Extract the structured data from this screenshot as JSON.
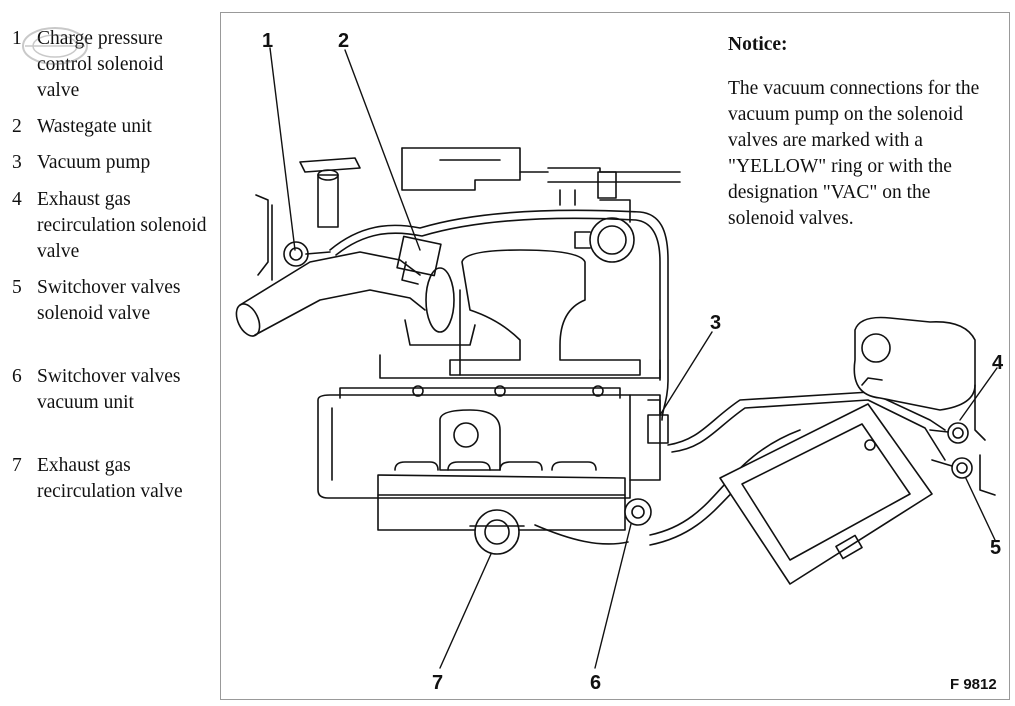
{
  "legend": {
    "items": [
      {
        "num": "1",
        "text": "Charge pressure control solenoid valve"
      },
      {
        "num": "2",
        "text": "Wastegate unit"
      },
      {
        "num": "3",
        "text": "Vacuum pump"
      },
      {
        "num": "4",
        "text": "Exhaust gas recirculation solenoid valve"
      },
      {
        "num": "5",
        "text": "Switchover valves solenoid valve"
      },
      {
        "num": "6",
        "text": "Switchover valves vacuum unit"
      },
      {
        "num": "7",
        "text": "Exhaust gas recirculation valve"
      }
    ]
  },
  "notice": {
    "title": "Notice:",
    "body": "The vacuum connections for the vacuum pump on the solenoid valves are marked with a \"YELLOW\" ring or with the designation \"VAC\" on the solenoid valves."
  },
  "callouts": [
    "1",
    "2",
    "3",
    "4",
    "5",
    "6",
    "7"
  ],
  "figure_id": "F 9812",
  "watermark_icon": "club-logo-icon"
}
